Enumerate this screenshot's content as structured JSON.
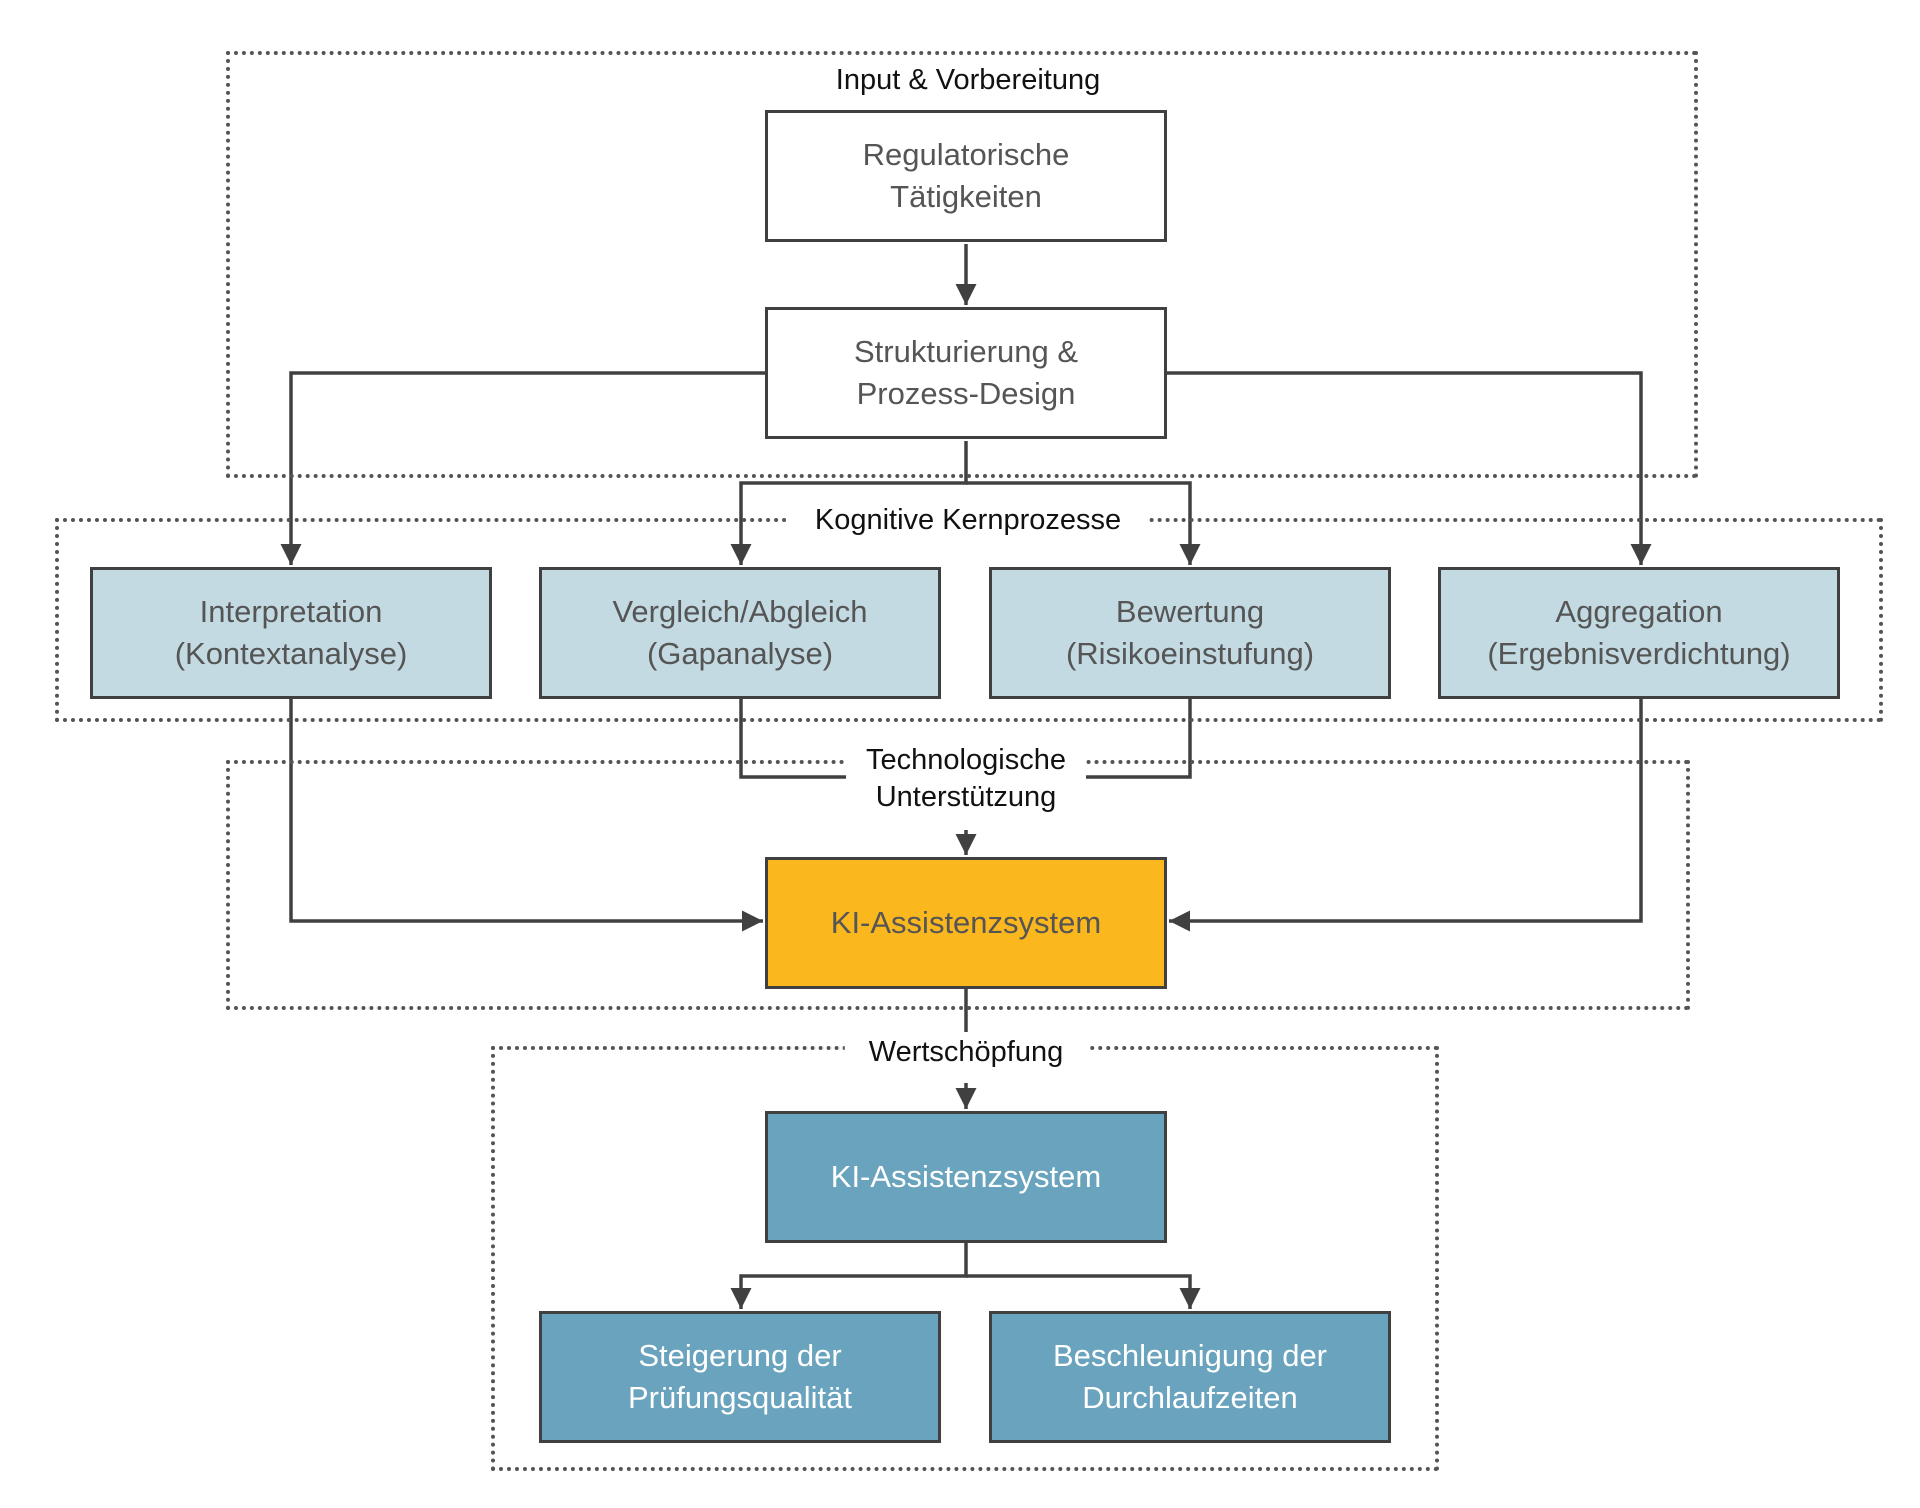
{
  "groups": {
    "input": "Input & Vorbereitung",
    "cognitive": "Kognitive Kernprozesse",
    "tech": [
      "Technologische",
      "Unterstützung"
    ],
    "value": "Wertschöpfung"
  },
  "nodes": {
    "regulatory": [
      "Regulatorische",
      "Tätigkeiten"
    ],
    "structuring": [
      "Strukturierung &",
      "Prozess-Design"
    ],
    "interpretation": [
      "Interpretation",
      "(Kontextanalyse)"
    ],
    "comparison": [
      "Vergleich/Abgleich",
      "(Gapanalyse)"
    ],
    "evaluation": [
      "Bewertung",
      "(Risikoeinstufung)"
    ],
    "aggregation": [
      "Aggregation",
      "(Ergebnisverdichtung)"
    ],
    "ai_system": "KI-Assistenzsystem",
    "ai_system_value": "KI-Assistenzsystem",
    "quality": [
      "Steigerung der",
      "Prüfungsqualität"
    ],
    "speed": [
      "Beschleunigung der",
      "Durchlaufzeiten"
    ]
  },
  "colors": {
    "core": "#c3dae2",
    "ai": "#fbb71e",
    "value": "#6aa3bd",
    "line": "#404040"
  }
}
